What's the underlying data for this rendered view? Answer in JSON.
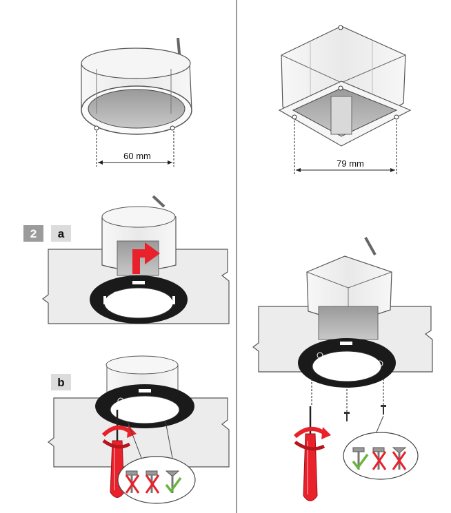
{
  "figure_1": {
    "dimension_label": "60 mm"
  },
  "figure_2": {
    "dimension_label": "79 mm"
  },
  "step": {
    "number": "2",
    "substep_a": "a",
    "substep_b": "b"
  },
  "colors": {
    "accent_red": "#e8212a",
    "wall_fill": "#ececec",
    "box_fill": "#f3f3f3",
    "cavity_fill": "#b9b9b9",
    "ring_black": "#1a1a1a",
    "check_green": "#6ab43a",
    "badge_grey": "#9b9b9b"
  },
  "icons": [
    "screwdriver-icon",
    "rotate-arrow-icon",
    "screw-crossed-icon",
    "screw-check-icon"
  ]
}
